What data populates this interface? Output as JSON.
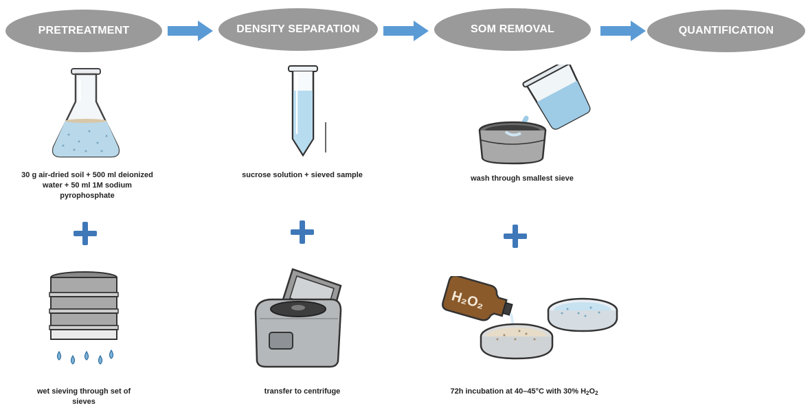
{
  "stages": [
    {
      "label": "PRETREATMENT"
    },
    {
      "label": "DENSITY SEPARATION"
    },
    {
      "label": "SOM REMOVAL"
    },
    {
      "label": "QUANTIFICATION"
    }
  ],
  "captions": {
    "flask": "30 g air-dried soil + 500 ml deionized water + 50 ml 1M sodium pyrophosphate",
    "sieves": "wet sieving through set of sieves",
    "tube": "sucrose solution + sieved sample",
    "centrifuge": "transfer to centrifuge",
    "wash": "wash through  smallest sieve",
    "incubation_prefix": "72h incubation  at 40–45°C with 30% H",
    "incubation_sub1": "2",
    "incubation_mid": "O",
    "incubation_sub2": "2"
  },
  "bottle_label": "H₂O₂",
  "colors": {
    "stage_fill": "#9a9a9a",
    "arrow": "#5b9bd5",
    "plus": "#3f78b8"
  },
  "icons": [
    "flask-icon",
    "sieve-stack-icon",
    "test-tube-icon",
    "centrifuge-icon",
    "beaker-pour-icon",
    "peroxide-bottle-icon",
    "petri-dish-icon"
  ]
}
